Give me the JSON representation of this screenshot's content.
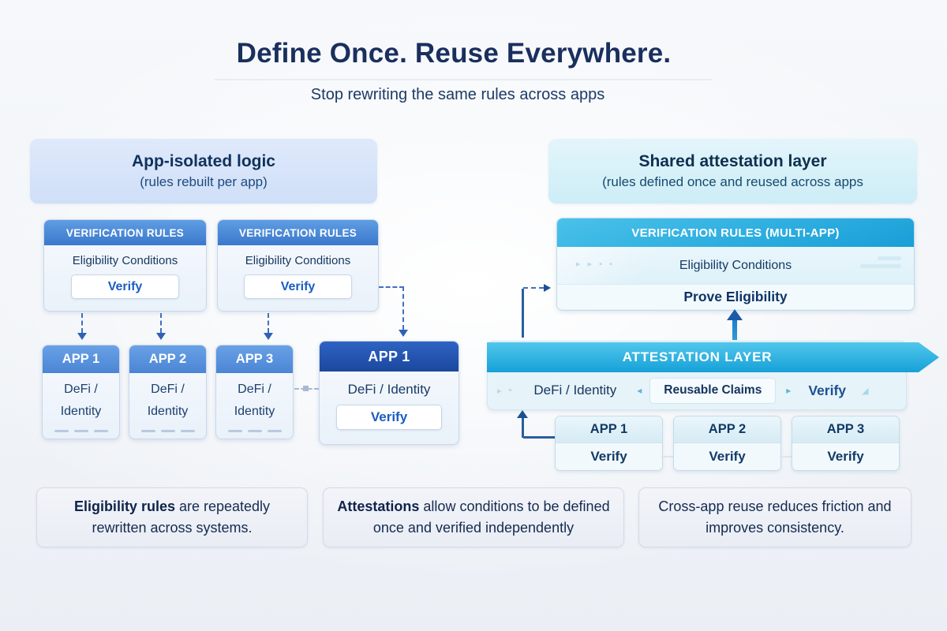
{
  "header": {
    "title": "Define Once. Reuse Everywhere.",
    "subtitle": "Stop rewriting the same rules across apps"
  },
  "left_panel": {
    "title": "App-isolated logic",
    "subtitle": "(rules rebuilt per app)",
    "rule_cards": [
      {
        "header": "VERIFICATION RULES",
        "body": "Eligibility Conditions",
        "button": "Verify"
      },
      {
        "header": "VERIFICATION RULES",
        "body": "Eligibility Conditions",
        "button": "Verify"
      }
    ],
    "app_cards": [
      {
        "title": "APP 1",
        "line1": "DeFi /",
        "line2": "Identity"
      },
      {
        "title": "APP 2",
        "line1": "DeFi /",
        "line2": "Identity"
      },
      {
        "title": "APP 3",
        "line1": "DeFi /",
        "line2": "Identity"
      }
    ],
    "featured_app": {
      "title": "APP 1",
      "body": "DeFi / Identity",
      "button": "Verify"
    }
  },
  "right_panel": {
    "title": "Shared attestation layer",
    "subtitle": "(rules defined once and reused across apps",
    "multi_app_card": {
      "header": "VERIFICATION RULES (MULTI-APP)",
      "body": "Eligibility Conditions",
      "footer": "Prove Eligibility"
    },
    "attestation_layer": {
      "banner": "ATTESTATION LAYER",
      "item_source": "DeFi / Identity",
      "item_claims": "Reusable Claims",
      "item_action": "Verify"
    },
    "app_cards": [
      {
        "title": "APP 1",
        "button": "Verify"
      },
      {
        "title": "APP 2",
        "button": "Verify"
      },
      {
        "title": "APP 3",
        "button": "Verify"
      }
    ]
  },
  "footnotes": [
    {
      "bold": "Eligibility rules",
      "text": " are repeatedly rewritten across systems."
    },
    {
      "bold": "Attestations",
      "text": " allow conditions to be defined once and verified independently"
    },
    {
      "bold": "",
      "text": "Cross-app reuse reduces friction and improves consistency."
    }
  ],
  "icons": {
    "play": "▸",
    "dot": "•",
    "chevron_left": "◂",
    "chevron_right": "▸",
    "corner_triangle": "◢",
    "deco_marks": "▸ ▸ ▪ ▪"
  },
  "colors": {
    "accent_blue": "#3b78cd",
    "accent_cyan": "#1aa3d9",
    "dark_navy": "#16325c",
    "verify_text": "#1a5cc4"
  }
}
